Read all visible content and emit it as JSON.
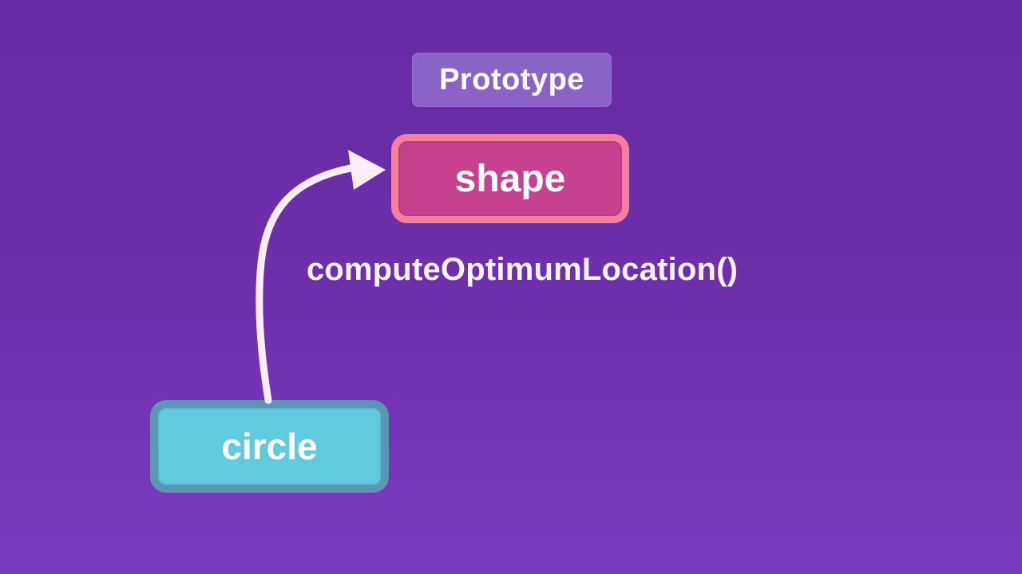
{
  "slide": {
    "background": {
      "top_color": "#682aa3",
      "bottom_color": "#7b3ac2"
    },
    "prototype_badge": {
      "label": "Prototype",
      "bg_color": "#8a63c7",
      "text_color": "#ffffff"
    },
    "nodes": {
      "shape": {
        "label": "shape",
        "fill_color": "#c6418e",
        "border_color": "#f4809b",
        "text_color": "#ffffff"
      },
      "circle": {
        "label": "circle",
        "fill_color": "#60cbde",
        "border_color": "#5b97b5",
        "text_color": "#ffffff"
      }
    },
    "method_label": {
      "text": "computeOptimumLocation()",
      "text_color": "#f9f2f8"
    },
    "arrow": {
      "from": "circle",
      "to": "shape",
      "color": "#f8edf8"
    }
  }
}
